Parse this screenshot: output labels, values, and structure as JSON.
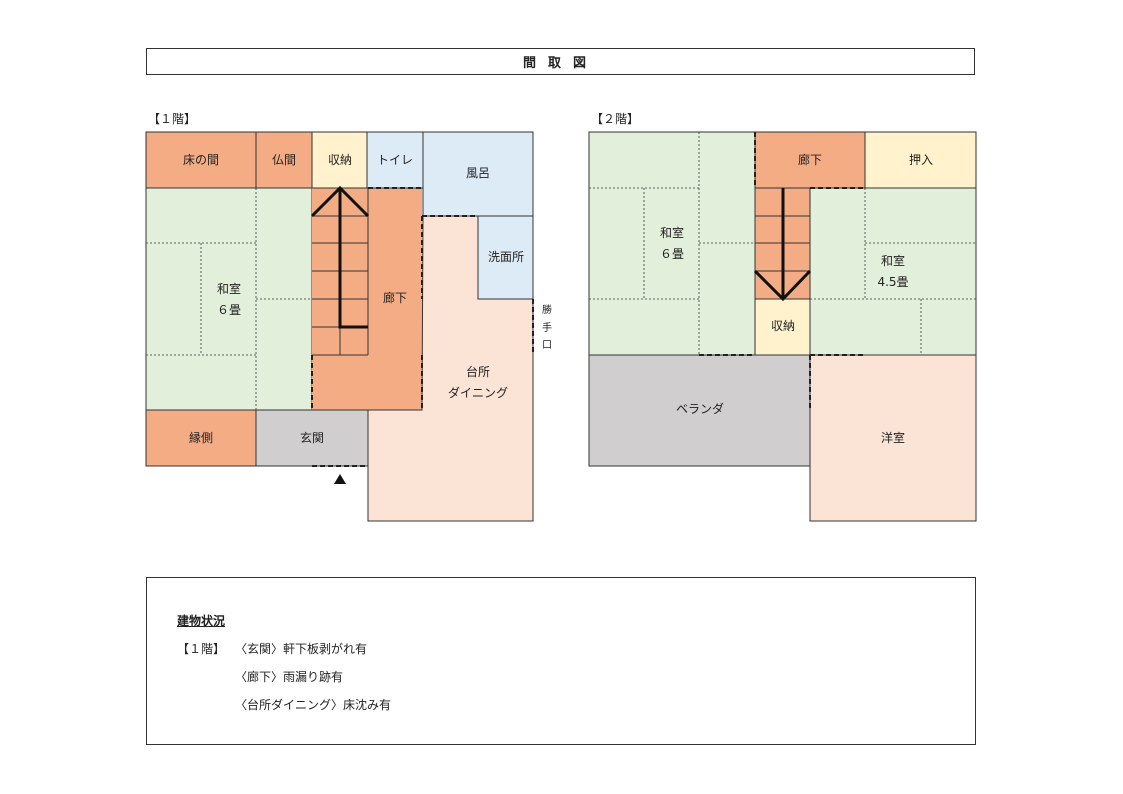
{
  "title": "間取図",
  "floor1": {
    "label": "【１階】",
    "rooms": {
      "tokonoma": "床の間",
      "butsuma": "仏間",
      "shuno": "収納",
      "toilet": "トイレ",
      "furo": "風呂",
      "senmen": "洗面所",
      "washitsu": "和室",
      "washitsu_size": "６畳",
      "roka": "廊下",
      "kattekuchi": [
        "勝",
        "手",
        "口"
      ],
      "daidokoro_1": "台所",
      "daidokoro_2": "ダイニング",
      "engawa": "縁側",
      "genkan": "玄関"
    }
  },
  "floor2": {
    "label": "【２階】",
    "rooms": {
      "roka": "廊下",
      "oshiire": "押入",
      "washitsu_a": "和室",
      "washitsu_a_size": "６畳",
      "washitsu_b": "和室",
      "washitsu_b_size": "4.5畳",
      "shuno": "収納",
      "veranda": "ベランダ",
      "yoshitsu": "洋室"
    }
  },
  "notes": {
    "heading": "建物状況",
    "floor": "【１階】",
    "items": [
      "〈玄関〉軒下板剥がれ有",
      "〈廊下〉雨漏り跡有",
      "〈台所ダイニング〉床沈み有"
    ]
  },
  "colors": {
    "orange": "#f3ac84",
    "green": "#e2efda",
    "yellow": "#fff2cc",
    "blue": "#ddebf7",
    "peach": "#fbe3d6",
    "gray": "#d0cece"
  }
}
